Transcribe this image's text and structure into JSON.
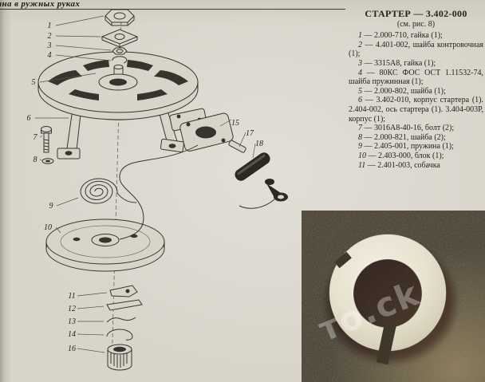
{
  "header": {
    "fragment": "ина в ружных руках"
  },
  "parts": {
    "title": "СТАРТЕР — 3.402-000",
    "subtitle": "(см. рис. 8)",
    "items": [
      {
        "num": "1",
        "text": "— 2.000-710, гайка (1);"
      },
      {
        "num": "2",
        "text": "— 4.401-002, шайба контровочная (1);"
      },
      {
        "num": "3",
        "text": "— 3315А8, гайка (1);"
      },
      {
        "num": "4",
        "text": "— 80КС ФОС ОСТ 1.11532-74, шайба пружинная (1);"
      },
      {
        "num": "5",
        "text": "— 2.000-802, шайба (1);"
      },
      {
        "num": "6",
        "text": "— 3.402-010, корпус стартера (1). 2.404-002, ось стартера (1). 3.404-003Р, корпус (1);"
      },
      {
        "num": "7",
        "text": "— 3016А8-40-16, болт (2);"
      },
      {
        "num": "8",
        "text": "— 2.000-821, шайба (2);"
      },
      {
        "num": "9",
        "text": "— 2.405-001, пружина (1);"
      },
      {
        "num": "10",
        "text": "— 2.403-000, блок (1);"
      },
      {
        "num": "11",
        "text": "— 2.401-003, собачка"
      }
    ]
  },
  "diagram": {
    "callouts": [
      "1",
      "2",
      "3",
      "4",
      "5",
      "6",
      "7",
      "8",
      "9",
      "10",
      "11",
      "12",
      "13",
      "14",
      "15",
      "16",
      "17",
      "18"
    ]
  },
  "photo": {
    "watermark": "то.ck"
  },
  "colors": {
    "paper": "#d8d4ca",
    "ink": "#3a352e",
    "photo_background": "#453d2d",
    "washer_ivory": "#e9e3d2"
  }
}
